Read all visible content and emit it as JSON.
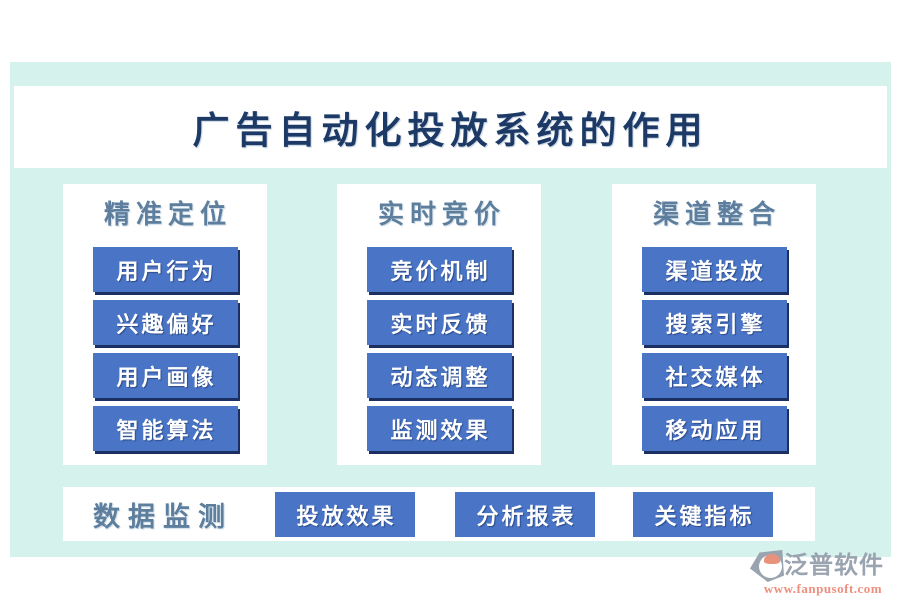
{
  "title": "广告自动化投放系统的作用",
  "columns": [
    {
      "header": "精准定位",
      "items": [
        "用户行为",
        "兴趣偏好",
        "用户画像",
        "智能算法"
      ]
    },
    {
      "header": "实时竞价",
      "items": [
        "竞价机制",
        "实时反馈",
        "动态调整",
        "监测效果"
      ]
    },
    {
      "header": "渠道整合",
      "items": [
        "渠道投放",
        "搜索引擎",
        "社交媒体",
        "移动应用"
      ]
    }
  ],
  "bottom": {
    "header": "数据监测",
    "items": [
      "投放效果",
      "分析报表",
      "关键指标"
    ]
  },
  "footer": {
    "brand": "泛普软件",
    "url": "www.fanpusoft.com"
  },
  "colors": {
    "background_mint": "#d5f2ec",
    "panel_white": "#ffffff",
    "button_blue": "#4a75c7",
    "button_shadow_navy": "#1b2f63",
    "title_navy": "#1d3a66",
    "section_header_slate": "#5e7e9d",
    "brand_grey": "#9aa3b0",
    "url_salmon": "#ee8f7e"
  }
}
